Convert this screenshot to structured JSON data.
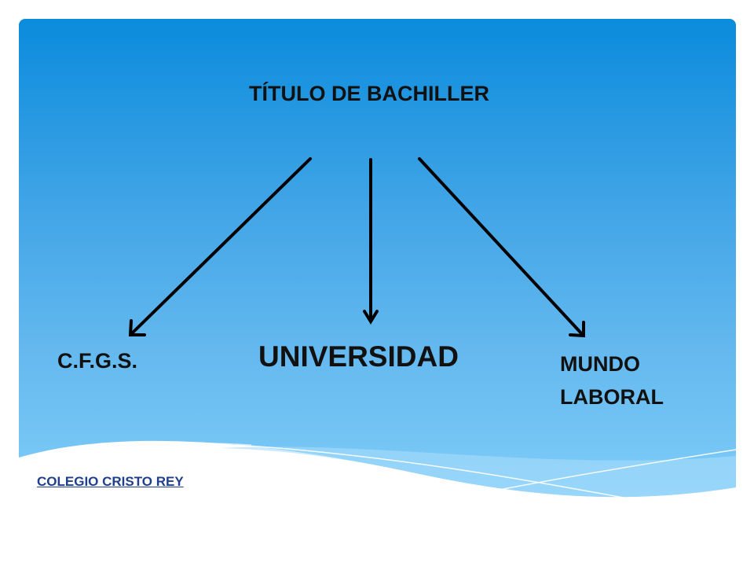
{
  "diagram": {
    "root": "TÍTULO DE BACHILLER",
    "branches": {
      "left": "C.F.G.S.",
      "center": "UNIVERSIDAD",
      "right": "MUNDO LABORAL"
    }
  },
  "footer": {
    "link_text": "COLEGIO CRISTO REY"
  },
  "colors": {
    "background_top": "#0a8bdc",
    "background_bottom": "#84d0fa",
    "text": "#111111",
    "link": "#1f3f8a",
    "arrow": "#000000"
  }
}
